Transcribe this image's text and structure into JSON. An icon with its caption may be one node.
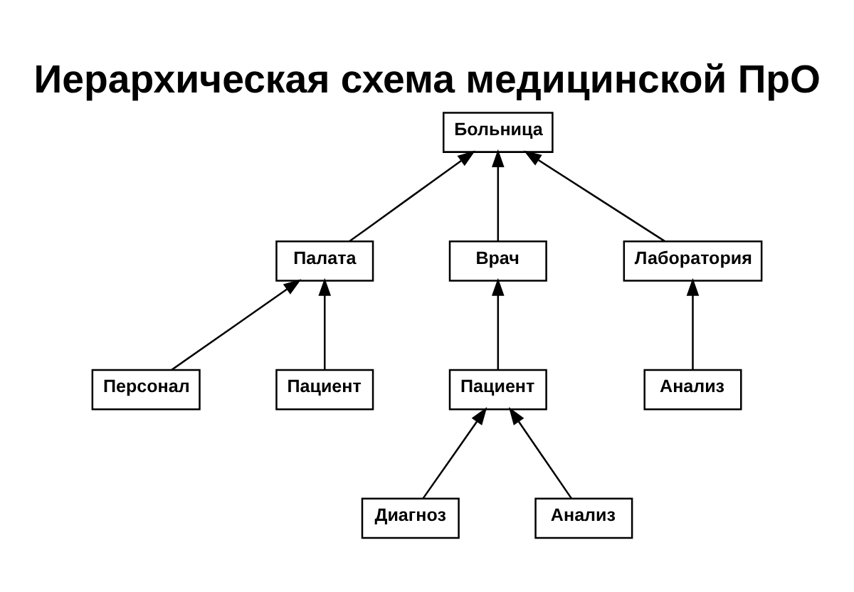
{
  "diagram": {
    "title": "Иерархическая схема медицинской ПрО",
    "nodes": [
      {
        "text": [
          "Больница"
        ]
      },
      {
        "text": [
          "Палата"
        ]
      },
      {
        "text": [
          "Врач"
        ]
      },
      {
        "text": [
          "Лаборатория"
        ]
      },
      {
        "text": [
          "Персонал"
        ]
      },
      {
        "text": [
          "Пациент"
        ]
      },
      {
        "text": [
          "Пациент"
        ]
      },
      {
        "text": [
          "Анализ"
        ]
      },
      {
        "text": [
          "Диагноз"
        ]
      },
      {
        "text": [
          "Анализ"
        ]
      }
    ],
    "edges": [
      {
        "from": 1,
        "to": 0,
        "arrow": "to"
      },
      {
        "from": 2,
        "to": 0,
        "arrow": "to"
      },
      {
        "from": 3,
        "to": 0,
        "arrow": "to"
      },
      {
        "from": 4,
        "to": 1,
        "arrow": "to"
      },
      {
        "from": 5,
        "to": 1,
        "arrow": "to"
      },
      {
        "from": 6,
        "to": 2,
        "arrow": "to"
      },
      {
        "from": 7,
        "to": 3,
        "arrow": "to"
      },
      {
        "from": 8,
        "to": 6,
        "arrow": "to"
      },
      {
        "from": 9,
        "to": 6,
        "arrow": "to"
      }
    ]
  }
}
